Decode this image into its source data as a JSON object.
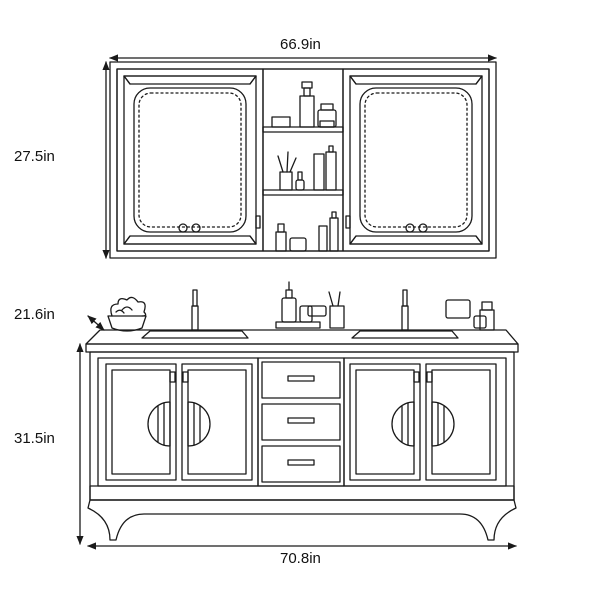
{
  "dimensions": {
    "mirror_cabinet_width": "66.9in",
    "mirror_cabinet_height": "27.5in",
    "vanity_depth": "21.6in",
    "vanity_height": "31.5in",
    "vanity_width": "70.8in"
  }
}
